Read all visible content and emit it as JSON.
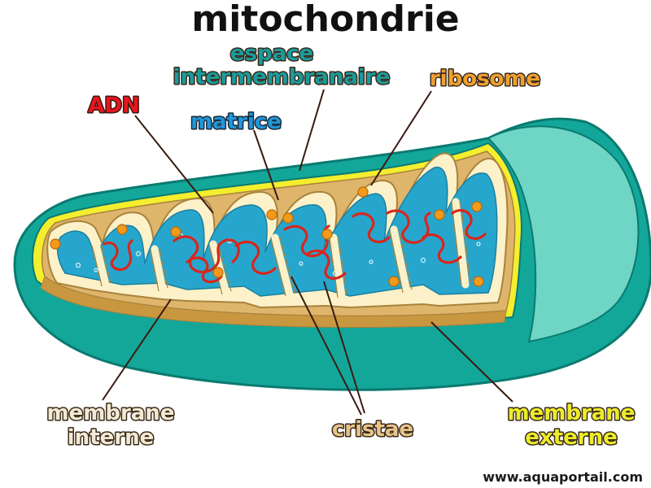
{
  "title": "mitochondrie",
  "labels": {
    "espace_line1": "espace",
    "espace_line2": "intermembranaire",
    "ribosome": "ribosome",
    "adn": "ADN",
    "matrice": "matrice",
    "membrane_interne_line1": "membrane",
    "membrane_interne_line2": "interne",
    "cristae": "cristae",
    "membrane_externe_line1": "membrane",
    "membrane_externe_line2": "externe"
  },
  "watermark": "www.aquaportail.com",
  "colors": {
    "outer_membrane": "#13a79a",
    "outer_membrane_dark": "#0b7a70",
    "outer_highlight": "#6fd6c6",
    "membrane_yellow": "#f4ee2e",
    "intermembrane_tan": "#dfb56b",
    "inner_membrane_cream": "#fcf1c8",
    "matrix_blue": "#27a6cd",
    "dna_red": "#d8261c",
    "ribosome_orange": "#f39a1a",
    "label_dark": "#111111",
    "label_teal": "#1b9b9b",
    "label_orange": "#f0a030",
    "label_red": "#e8141e",
    "label_blue": "#2196d8",
    "label_cream": "#f2ead2",
    "label_tan": "#e8c48a",
    "label_yellow": "#ecec2a"
  }
}
